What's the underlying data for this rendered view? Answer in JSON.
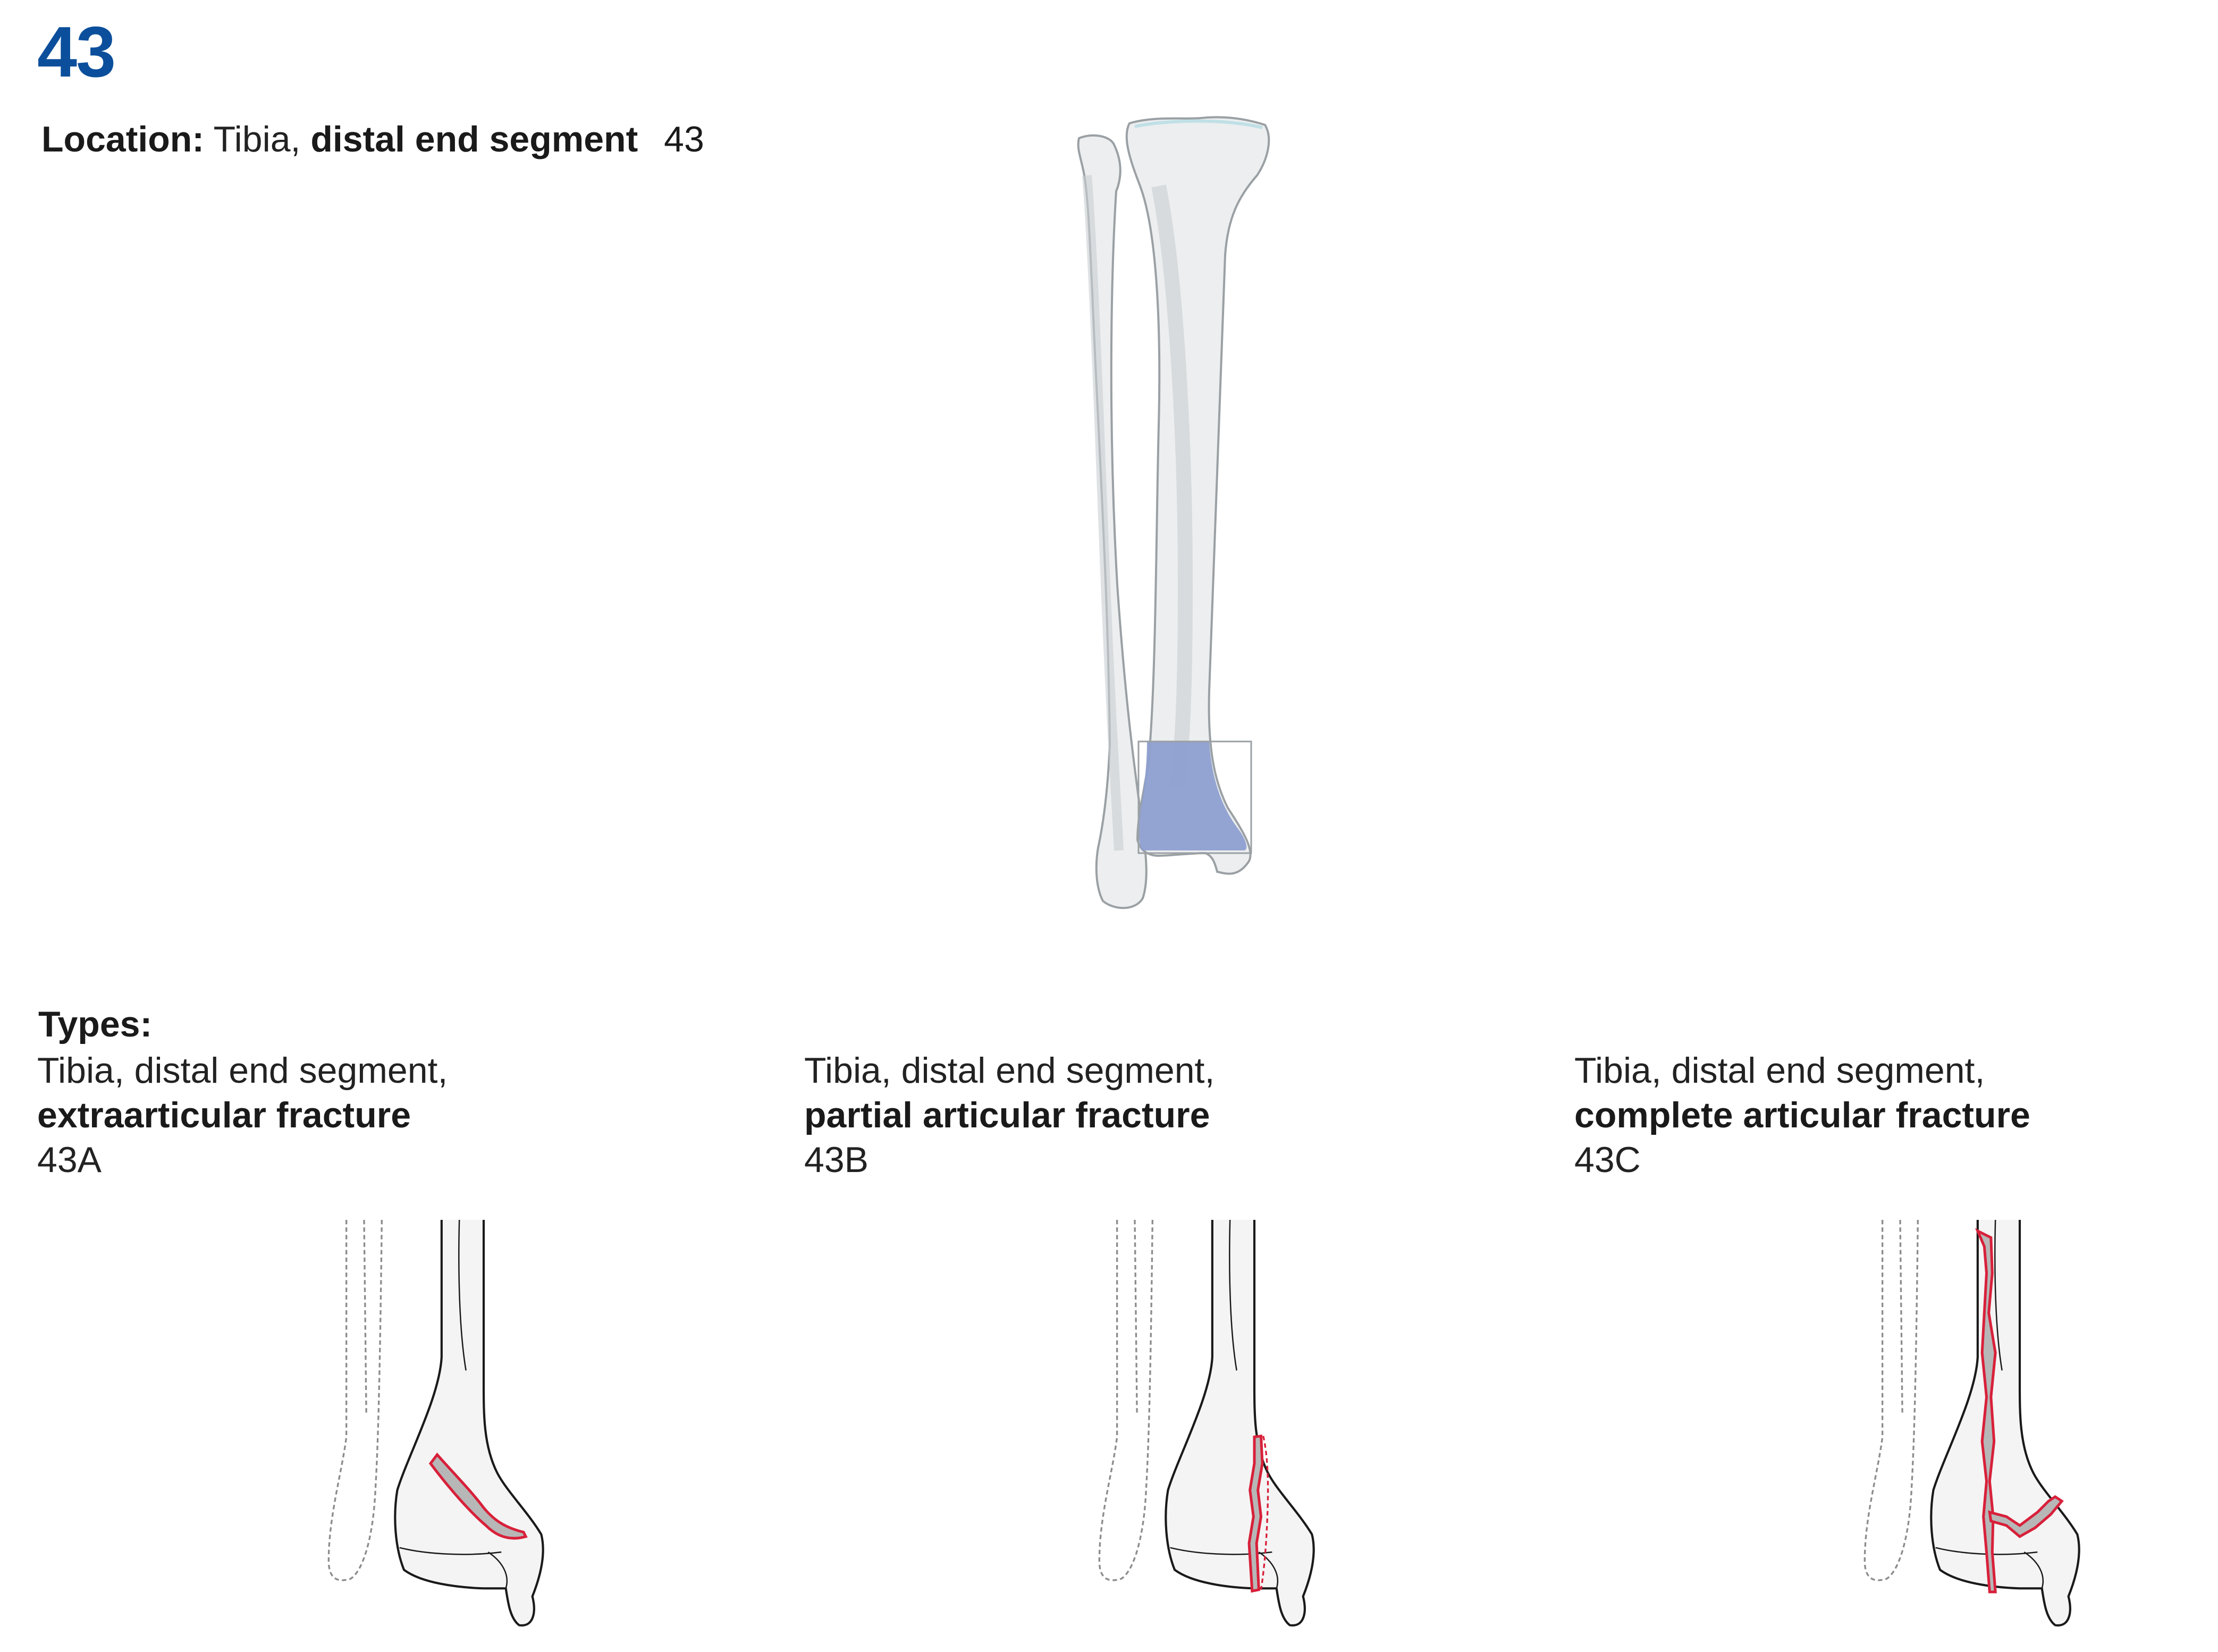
{
  "header": {
    "code": "43",
    "location_label": "Location:",
    "location_bone": "Tibia,",
    "location_segment": "distal end segment",
    "location_code": "43"
  },
  "types": {
    "heading": "Types:",
    "items": [
      {
        "line1": "Tibia, distal end segment,",
        "line2": "extraarticular fracture",
        "code": "43A"
      },
      {
        "line1": "Tibia, distal end segment,",
        "line2": "partial articular fracture",
        "code": "43B"
      },
      {
        "line1": "Tibia, distal end segment,",
        "line2": "complete articular fracture",
        "code": "43C"
      }
    ]
  },
  "colors": {
    "title_blue": "#0b4f9c",
    "highlight_blue": "#8e9fd0",
    "fracture_red": "#d8203a",
    "fracture_fill": "#b7b7b7",
    "bone_fill": "#eceeef",
    "bone_outline": "#9aa0a4"
  }
}
